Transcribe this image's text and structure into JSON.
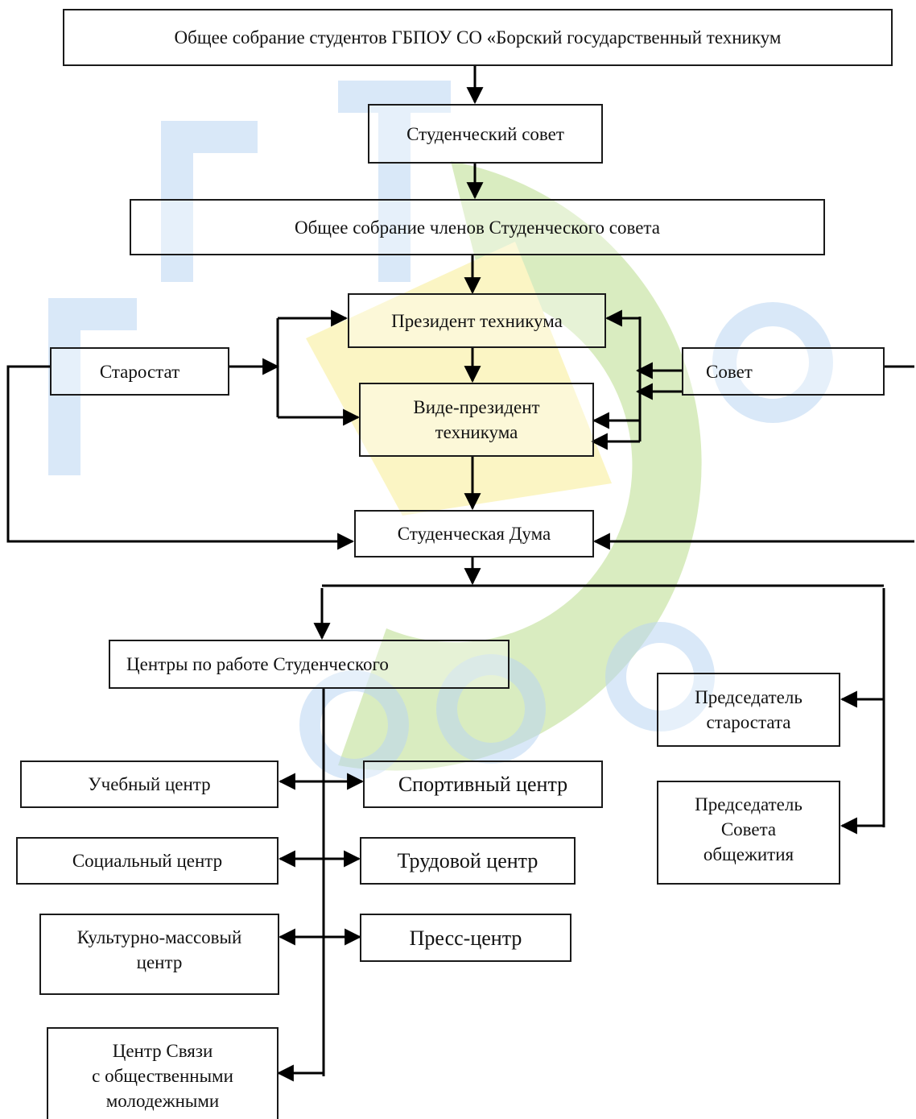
{
  "colors": {
    "border": "#1a1a1a",
    "watermark_green": "#8cc63f",
    "watermark_yellow": "#f3e24b",
    "watermark_blue": "#2b7fd6"
  },
  "diagram": {
    "top_assembly": "Общее собрание студентов  ГБПОУ СО «Борский государственный техникум",
    "student_council": "Студенческий совет",
    "council_members_assembly": "Общее собрание членов Студенческого совета",
    "president": "Президент техникума",
    "vice_president": "Виде-президент\nтехникума",
    "starostat": "Старостат",
    "sovet": "Совет",
    "student_duma": "Студенческая Дума",
    "centers": "Центры по работе Студенческого",
    "chairman_starostat": "Председатель\nстаростата",
    "chairman_dorm_council": "Председатель\nСовета\nобщежития",
    "study_center": "Учебный центр",
    "sport_center": "Спортивный  центр",
    "social_center": "Социальный центр",
    "labor_center": "Трудовой центр",
    "cultural_center": "Культурно-массовый\nцентр",
    "press_center": "Пресс-центр",
    "communication_center": "Центр Связи\nс общественными\nмолодежными"
  }
}
